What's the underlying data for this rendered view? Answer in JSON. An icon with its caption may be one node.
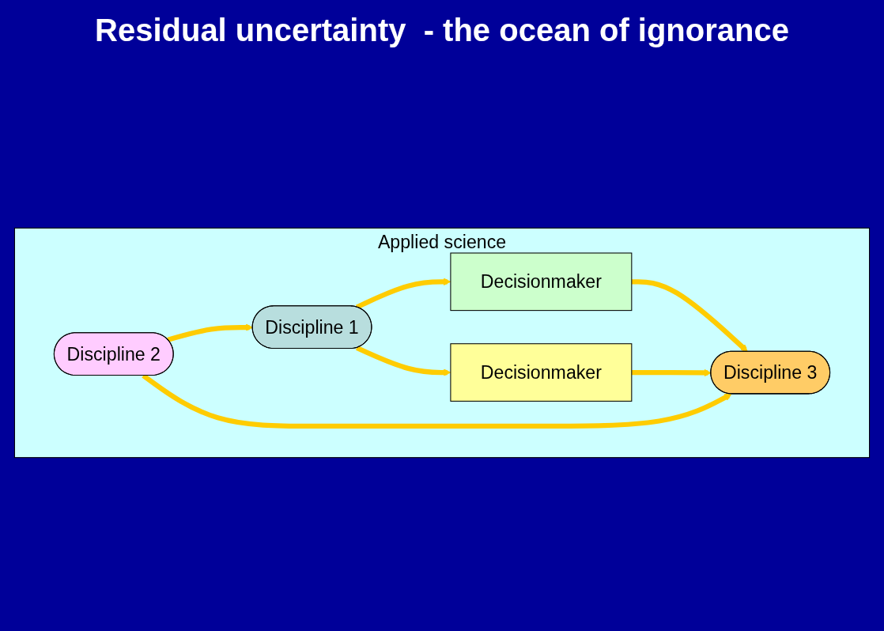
{
  "diagram": {
    "title": "Residual uncertainty  - the ocean of ignorance",
    "nodes": [
      {
        "text": [
          "Applied science"
        ]
      },
      {
        "text": [
          "Discipline 1"
        ],
        "in": 0
      },
      {
        "text": [
          "Discipline 2"
        ],
        "in": 0
      },
      {
        "text": [
          "Decisionmaker"
        ],
        "in": 0
      },
      {
        "text": [
          "Discipline 3"
        ],
        "in": 0
      },
      {
        "text": [
          "Decisionmaker"
        ],
        "in": 0
      }
    ],
    "edges": [
      {
        "from": 2,
        "to": 1,
        "arrow": "to"
      },
      {
        "from": 1,
        "to": 5,
        "arrow": "to"
      },
      {
        "from": 1,
        "to": 3,
        "arrow": "to"
      },
      {
        "from": 3,
        "to": 4,
        "arrow": "to"
      },
      {
        "from": 2,
        "to": 4,
        "arrow": "to"
      },
      {
        "from": 5,
        "to": 4,
        "arrow": "to"
      }
    ]
  }
}
